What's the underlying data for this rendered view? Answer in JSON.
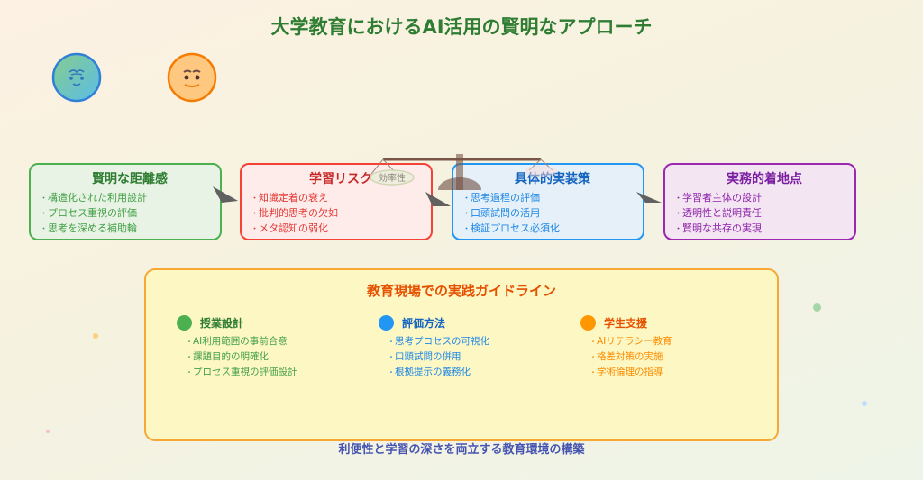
{
  "title": "大学教育におけるAI活用の賢明なアプローチ",
  "balance": {
    "left_pan_label": "効率性"
  },
  "cards": [
    {
      "title": "賢明な距離感",
      "items": [
        "構造化された利用設計",
        "プロセス重視の評価",
        "思考を深める補助輪"
      ],
      "color": "#4caf50"
    },
    {
      "title": "学習リスク",
      "items": [
        "知識定着の衰え",
        "批判的思考の欠如",
        "メタ認知の弱化"
      ],
      "color": "#f44336"
    },
    {
      "title": "具体的実装策",
      "items": [
        "思考過程の評価",
        "口頭試問の活用",
        "検証プロセス必須化"
      ],
      "color": "#2196f3"
    },
    {
      "title": "実務的着地点",
      "items": [
        "学習者主体の設計",
        "透明性と説明責任",
        "賢明な共存の実現"
      ],
      "color": "#9c27b0"
    }
  ],
  "guideline": {
    "title": "教育現場での実践ガイドライン",
    "columns": [
      {
        "title": "授業設計",
        "items": [
          "AI利用範囲の事前合意",
          "課題目的の明確化",
          "プロセス重視の評価設計"
        ],
        "color": "#4caf50"
      },
      {
        "title": "評価方法",
        "items": [
          "思考プロセスの可視化",
          "口頭試問の併用",
          "根拠提示の義務化"
        ],
        "color": "#2196f3"
      },
      {
        "title": "学生支援",
        "items": [
          "AIリテラシー教育",
          "格差対策の実施",
          "学術倫理の指導"
        ],
        "color": "#ff9800"
      }
    ]
  },
  "footer": "利便性と学習の深さを両立する教育環境の構築"
}
